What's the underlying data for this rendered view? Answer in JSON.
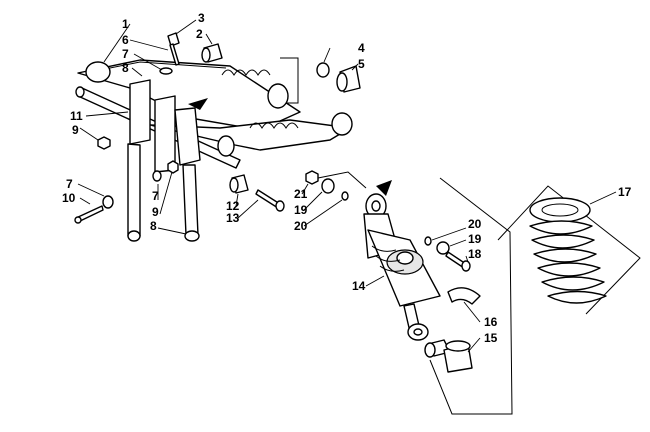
{
  "diagram": {
    "callouts": [
      {
        "id": "c1",
        "text": "1"
      },
      {
        "id": "c2",
        "text": "2"
      },
      {
        "id": "c3",
        "text": "3"
      },
      {
        "id": "c4",
        "text": "4"
      },
      {
        "id": "c5",
        "text": "5"
      },
      {
        "id": "c6",
        "text": "6"
      },
      {
        "id": "c7a",
        "text": "7"
      },
      {
        "id": "c8a",
        "text": "8"
      },
      {
        "id": "c9a",
        "text": "9"
      },
      {
        "id": "c11",
        "text": "11"
      },
      {
        "id": "c7b",
        "text": "7"
      },
      {
        "id": "c10",
        "text": "10"
      },
      {
        "id": "c7c",
        "text": "7"
      },
      {
        "id": "c9b",
        "text": "9"
      },
      {
        "id": "c8b",
        "text": "8"
      },
      {
        "id": "c12",
        "text": "12"
      },
      {
        "id": "c13",
        "text": "13"
      },
      {
        "id": "c21",
        "text": "21"
      },
      {
        "id": "c19a",
        "text": "19"
      },
      {
        "id": "c20a",
        "text": "20"
      },
      {
        "id": "c20b",
        "text": "20"
      },
      {
        "id": "c19b",
        "text": "19"
      },
      {
        "id": "c18",
        "text": "18"
      },
      {
        "id": "c14",
        "text": "14"
      },
      {
        "id": "c16",
        "text": "16"
      },
      {
        "id": "c15",
        "text": "15"
      },
      {
        "id": "c17",
        "text": "17"
      }
    ]
  }
}
